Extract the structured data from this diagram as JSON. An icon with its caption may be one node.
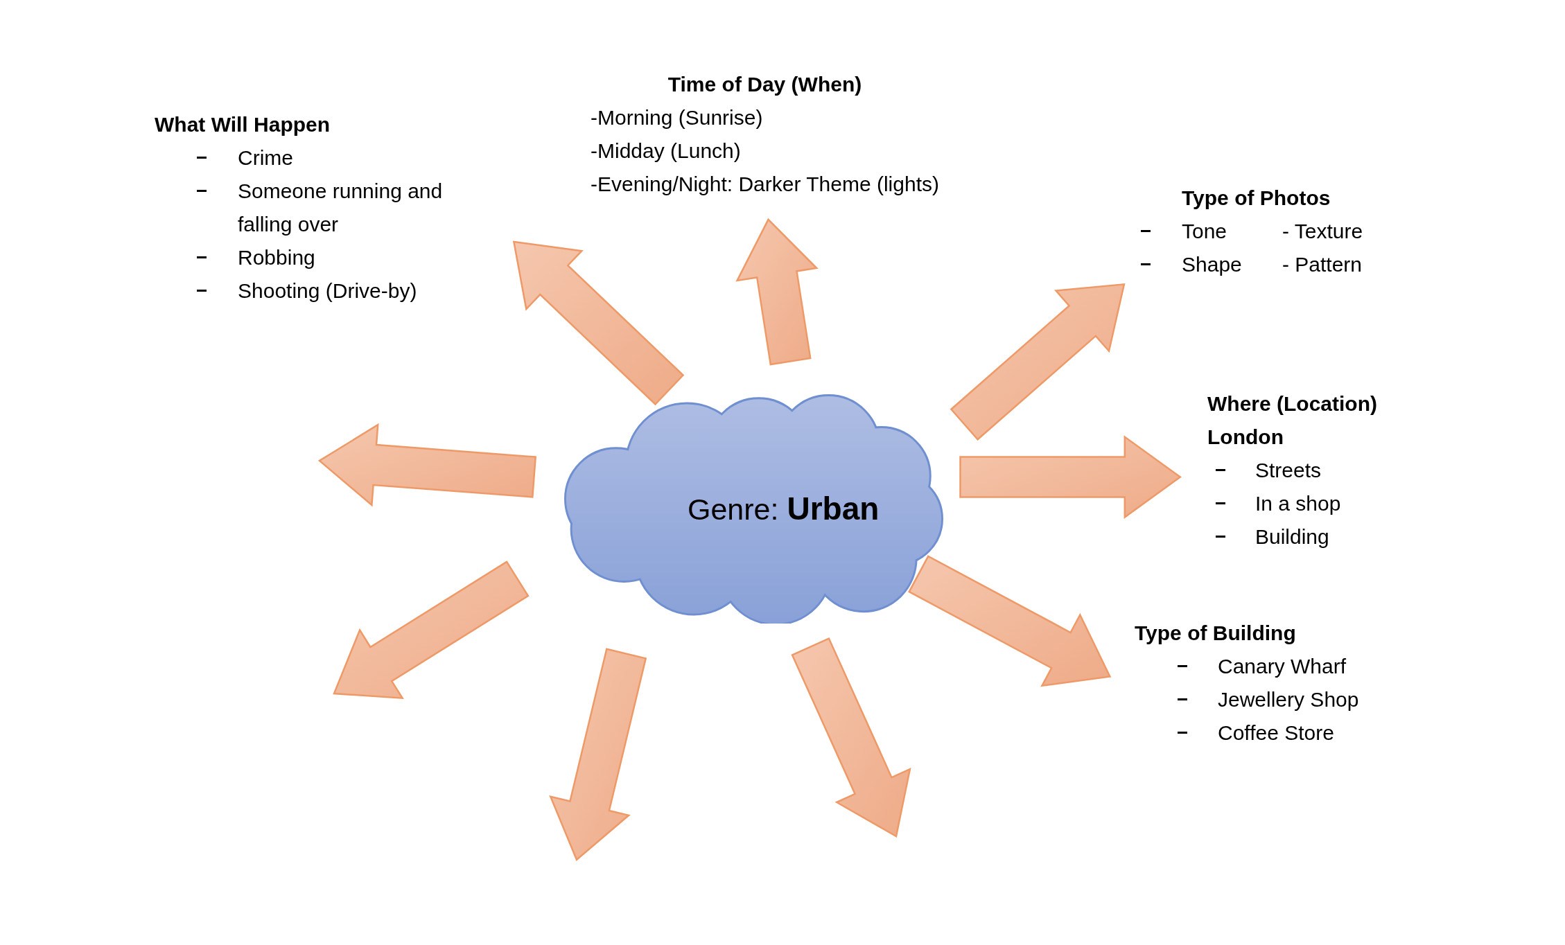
{
  "diagram": {
    "nodes": [
      {
        "text": [
          "Genre: **Urban**"
        ]
      },
      {
        "text": [
          "What Will Happen",
          "Crime",
          "Someone running and falling over",
          "Robbing",
          "Shooting (Drive-by)"
        ]
      },
      {
        "text": [
          "Time of Day (When)",
          "-Morning (Sunrise)",
          "-Midday (Lunch)",
          "-Evening/Night: Darker Theme (lights)"
        ]
      },
      {
        "text": [
          "Type of Photos",
          "Tone",
          "- Texture",
          "Shape",
          "- Pattern"
        ]
      },
      {
        "text": [
          "Where (Location)",
          "London",
          "Streets",
          "In a shop",
          "Building"
        ]
      },
      {
        "text": [
          "Type of Building",
          "Canary Wharf",
          "Jewellery Shop",
          "Coffee Store"
        ]
      }
    ],
    "edges": [
      {
        "from": 0,
        "to": 1,
        "arrow": "to"
      },
      {
        "from": 0,
        "to": 2,
        "arrow": "to"
      },
      {
        "from": 0,
        "to": 3,
        "arrow": "to"
      },
      {
        "from": 0,
        "to": 4,
        "arrow": "to"
      },
      {
        "from": 0,
        "to": 5,
        "arrow": "to"
      },
      {
        "from": 0,
        "to": null,
        "arrow": "to"
      },
      {
        "from": 0,
        "to": null,
        "arrow": "to"
      },
      {
        "from": 0,
        "to": null,
        "arrow": "to"
      },
      {
        "from": 0,
        "to": null,
        "arrow": "to"
      }
    ]
  }
}
